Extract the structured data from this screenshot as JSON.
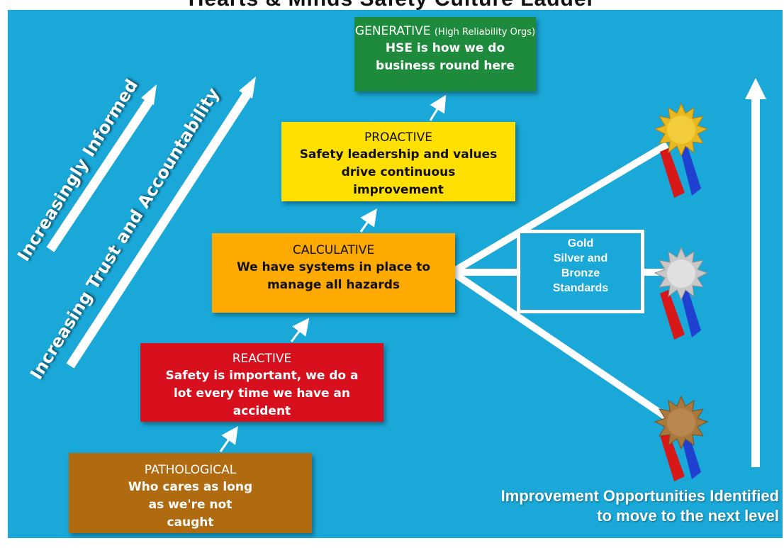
{
  "title": "Hearts & Minds Safety Culture Ladder",
  "levels": {
    "generative": {
      "name": "GENERATIVE",
      "qualifier": "(High Reliability Orgs)",
      "description": "HSE is how we do business round here",
      "color": "#1e8a3c"
    },
    "proactive": {
      "name": "PROACTIVE",
      "description": "Safety leadership and values drive continuous improvement",
      "color": "#ffe000"
    },
    "calculative": {
      "name": "CALCULATIVE",
      "description": "We have systems in place to manage all hazards",
      "color": "#ffaa00"
    },
    "reactive": {
      "name": "REACTIVE",
      "description": "Safety is important, we do a lot every time we have an accident",
      "color": "#d8101e"
    },
    "pathological": {
      "name": "PATHOLOGICAL",
      "description": "Who cares as long as we're not caught",
      "color": "#b06a10"
    }
  },
  "diagonal_labels": {
    "informed": "Increasingly Informed",
    "trust": "Increasing Trust and Accountability"
  },
  "standards": {
    "line1": "Gold",
    "line2": "Silver and",
    "line3": "Bronze",
    "line4": "Standards"
  },
  "medals": {
    "gold_color": "#e8b820",
    "silver_color": "#c8c8c8",
    "bronze_color": "#a8783c",
    "ribbon_red": "#d81818",
    "ribbon_blue": "#2040d0"
  },
  "improvement": {
    "line1": "Improvement Opportunities Identified",
    "line2": "to move to the next level"
  }
}
